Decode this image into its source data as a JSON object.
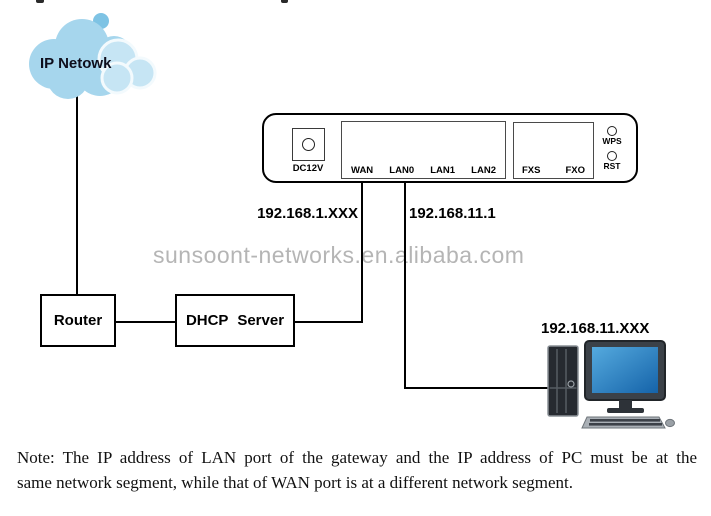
{
  "cloud": {
    "label": "IP Netowk"
  },
  "nodes": {
    "router": "Router",
    "dhcp_server": "DHCP Server"
  },
  "ip_labels": {
    "wan_side": "192.168.1.XXX",
    "lan_side": "192.168.11.1",
    "pc": "192.168.11.XXX"
  },
  "gateway_device": {
    "power_port": "DC12V",
    "network_ports": [
      "WAN",
      "LAN0",
      "LAN1",
      "LAN2"
    ],
    "phone_ports": [
      "FXS",
      "FXO"
    ],
    "buttons": [
      "WPS",
      "RST"
    ]
  },
  "watermark": "sunsoont-networks.en.alibaba.com",
  "note": {
    "line1": "Note: The IP address of LAN port of the gateway and the IP address of PC must be at the",
    "line2": "same network segment, while that of WAN port is at a different network segment."
  },
  "colors": {
    "cloud_main": "#A6D6ED",
    "cloud_light": "#C6E5F4",
    "screen_blue": "#1E6FB4",
    "watermark_gray": "#B5B5B5"
  }
}
